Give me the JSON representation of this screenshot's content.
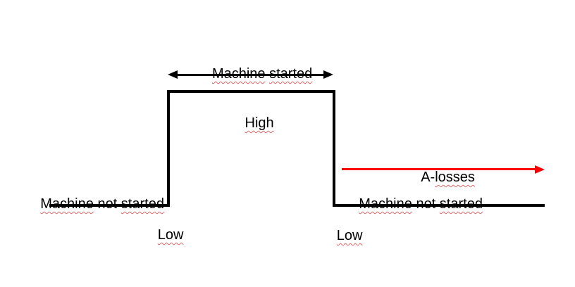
{
  "colors": {
    "background": "#ffffff",
    "signal_line": "#000000",
    "text": "#000000",
    "duration_arrow": "#000000",
    "losses_arrow": "#ff0000",
    "spellcheck_underline": "#e06666"
  },
  "labels": {
    "machine_started": {
      "text": "Machine started",
      "tokens": [
        [
          "Machine",
          true
        ],
        [
          " ",
          false
        ],
        [
          "started",
          true
        ]
      ]
    },
    "high": {
      "text": "High",
      "tokens": [
        [
          "High",
          true
        ]
      ]
    },
    "machine_not_started_left": {
      "text": "Machine not started",
      "tokens": [
        [
          "Machine",
          true
        ],
        [
          " not ",
          false
        ],
        [
          "started",
          true
        ]
      ]
    },
    "low_left": {
      "text": "Low",
      "tokens": [
        [
          "Low",
          true
        ]
      ]
    },
    "a_losses": {
      "text": "A-losses",
      "tokens": [
        [
          "A-",
          false
        ],
        [
          "losses",
          true
        ]
      ]
    },
    "machine_not_started_right": {
      "text": "Machine not started",
      "tokens": [
        [
          "Machine",
          true
        ],
        [
          " not ",
          false
        ],
        [
          "started",
          true
        ]
      ]
    },
    "low_right": {
      "text": "Low",
      "tokens": [
        [
          "Low",
          true
        ]
      ]
    }
  }
}
